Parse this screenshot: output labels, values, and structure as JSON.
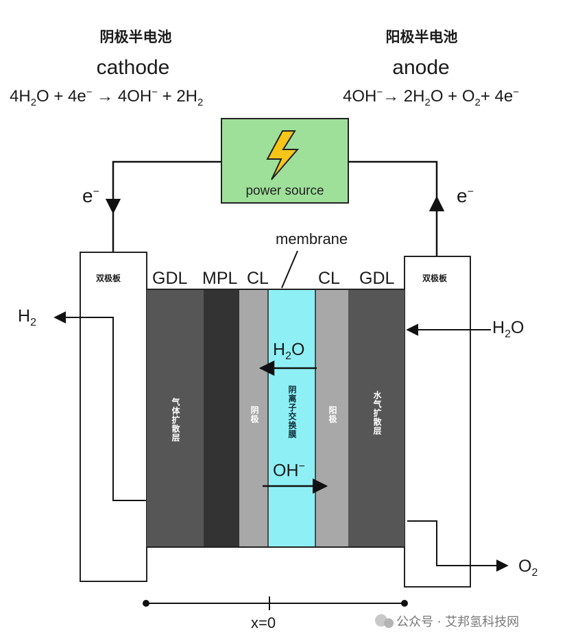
{
  "cathode": {
    "header": "阴极半电池",
    "name": "cathode",
    "equation": {
      "p1": "4H",
      "s1": "2",
      "p2": "O + 4e",
      "sup1": "−",
      "p3": " → 4OH",
      "sup2": "−",
      "p4": " + 2H",
      "s2": "2"
    }
  },
  "anode": {
    "header": "阳极半电池",
    "name": "anode",
    "equation": {
      "p1": "4OH",
      "sup1": "−",
      "p2": "→ 2H",
      "s1": "2",
      "p3": "O + O",
      "s2": "2",
      "p4": "+ 4e",
      "sup2": "−"
    }
  },
  "power_source": {
    "label": "power source",
    "icon": "lightning-bolt-icon",
    "fill": "#9ee09a"
  },
  "electron_left": {
    "base": "e",
    "sup": "−"
  },
  "electron_right": {
    "base": "e",
    "sup": "−"
  },
  "membrane_label": "membrane",
  "layer_labels": {
    "gdl_left": "GDL",
    "mpl": "MPL",
    "cl_left": "CL",
    "cl_right": "CL",
    "gdl_right": "GDL"
  },
  "plates": {
    "left": "双极板",
    "right": "双极板"
  },
  "layer_text": {
    "gdl_left": "气体扩散层",
    "cl_left": "阴极",
    "membrane": "阴离子交换膜",
    "cl_right": "阳极",
    "gdl_right": "水气扩散层"
  },
  "species": {
    "h2": {
      "base": "H",
      "sub": "2"
    },
    "h2o_in": {
      "base": "H",
      "sub": "2",
      "tail": "O"
    },
    "h2o_mem": {
      "base": "H",
      "sub": "2",
      "tail": "O"
    },
    "oh_mem": {
      "base": "OH",
      "sup": "−"
    },
    "o2": {
      "base": "O",
      "sub": "2"
    }
  },
  "axis_label": "x=0",
  "watermark": "公众号 · 艾邦氢科技网",
  "colors": {
    "membrane": "#8ef0f5",
    "gdl": "#565656",
    "mpl": "#333333",
    "cl": "#a8a8a8",
    "power": "#9ee09a"
  }
}
